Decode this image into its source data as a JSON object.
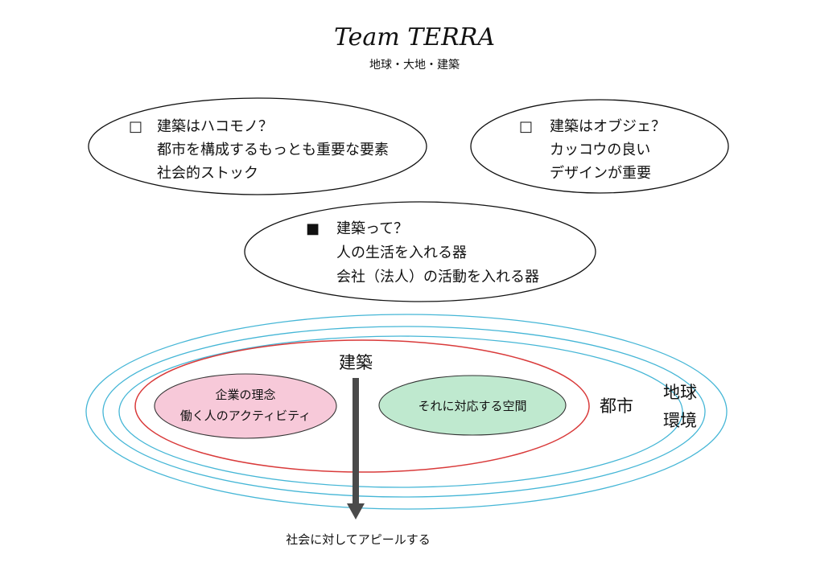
{
  "header": {
    "title": "Team TERRA",
    "subtitle": "地球・大地・建築"
  },
  "bubbles": [
    {
      "marker": "□",
      "lines": [
        "建築はハコモノ？",
        "都市を構成するもっとも重要な要素",
        "社会的ストック"
      ]
    },
    {
      "marker": "□",
      "lines": [
        "建築はオブジェ？",
        "カッコウの良い",
        "デザインが重要"
      ]
    },
    {
      "marker": "■",
      "lines": [
        "建築って？",
        "人の生活を入れる器",
        "会社（法人）の活動を入れる器"
      ]
    }
  ],
  "diagram": {
    "arrow_label": "建築",
    "inner_left": {
      "lines": [
        "企業の理念",
        "働く人のアクティビティ"
      ],
      "fill": "#f7c9d9"
    },
    "inner_right": {
      "lines": [
        "それに対応する空間"
      ],
      "fill": "#bfe9cf"
    },
    "city_label": "都市",
    "earth_label_lines": [
      "地球",
      "環境"
    ],
    "bottom_caption": "社会に対してアピールする",
    "colors": {
      "city_ring": "#d93a3a",
      "earth_rings": "#45b6d6",
      "arrow": "#4a4a4a"
    }
  }
}
